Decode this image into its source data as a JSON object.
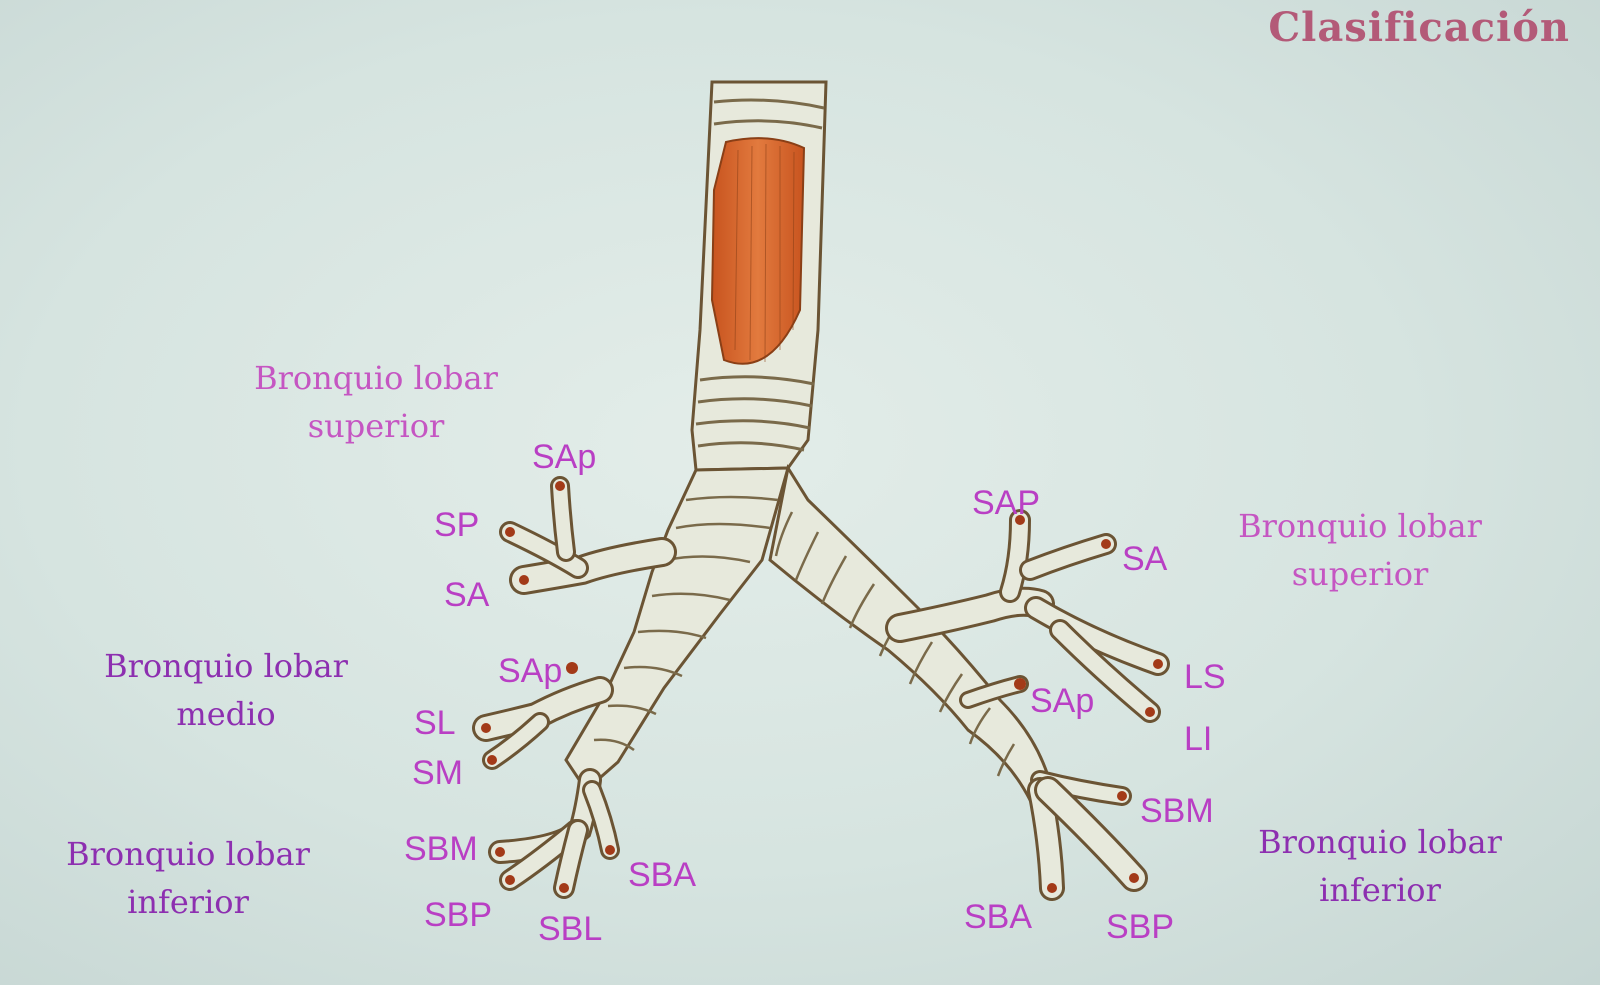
{
  "title": "Clasificación",
  "lobes": {
    "right_superior": {
      "line1": "Bronquio lobar",
      "line2": "superior"
    },
    "right_medio": {
      "line1": "Bronquio lobar",
      "line2": "medio"
    },
    "right_inferior": {
      "line1": "Bronquio lobar",
      "line2": "inferior"
    },
    "left_superior": {
      "line1": "Bronquio lobar",
      "line2": "superior"
    },
    "left_inferior": {
      "line1": "Bronquio lobar",
      "line2": "inferior"
    }
  },
  "segments": {
    "right": {
      "sap": "SAp",
      "sp": "SP",
      "sa": "SA",
      "sap_medio": "SAp",
      "sl": "SL",
      "sm": "SM",
      "sbm": "SBM",
      "sbp": "SBP",
      "sbl": "SBL",
      "sba": "SBA"
    },
    "left": {
      "sap": "SAP",
      "sa": "SA",
      "ls": "LS",
      "li": "LI",
      "sap_inferior": "SAp",
      "sbm": "SBM",
      "sba": "SBA",
      "sbp": "SBP"
    }
  },
  "colors": {
    "title": "#b35a78",
    "label_pink": "#b93fc4",
    "background": "#dce8e4",
    "tissue": "#e7e9dc",
    "outline": "#6b5434",
    "muscle": "#d8662c"
  }
}
